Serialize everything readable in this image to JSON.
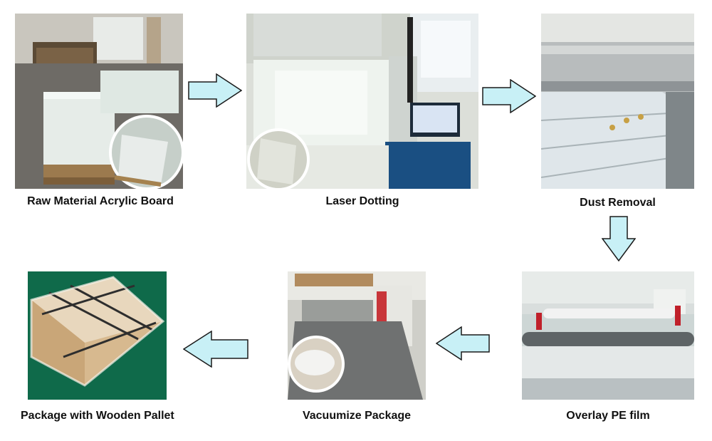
{
  "steps": [
    {
      "label": "Raw Material Acrylic Board"
    },
    {
      "label": "Laser Dotting"
    },
    {
      "label": "Dust Removal"
    },
    {
      "label": "Overlay PE film"
    },
    {
      "label": "Vacuumize Package"
    },
    {
      "label": "Package with Wooden Pallet"
    }
  ],
  "colors": {
    "arrow_fill": "#c8f0f6",
    "arrow_stroke": "#1a1a1a",
    "label_text": "#111111"
  }
}
